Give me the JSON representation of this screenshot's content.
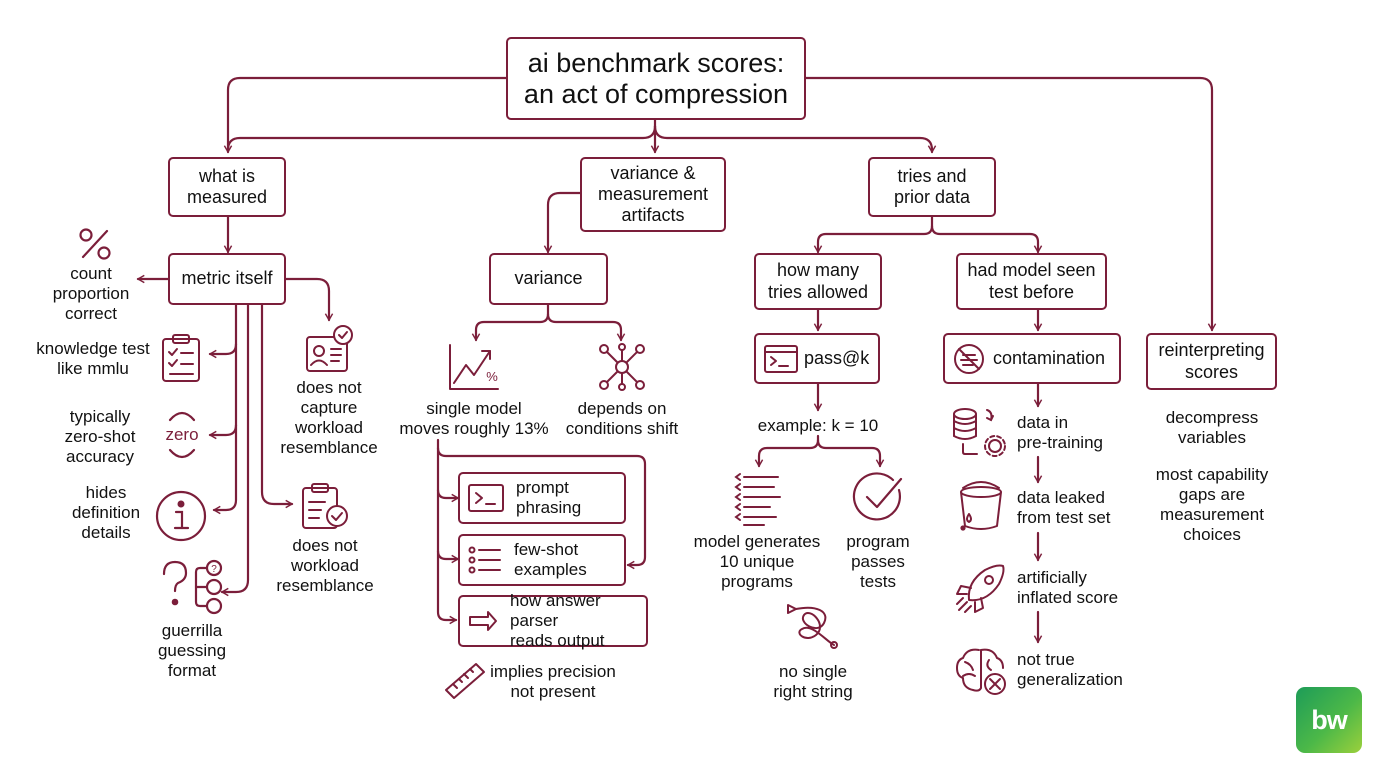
{
  "title": {
    "line1": "ai benchmark scores:",
    "line2": "an act of compression"
  },
  "branches": {
    "measured": {
      "heading": {
        "line1": "what is",
        "line2": "measured"
      },
      "metric": "metric itself",
      "count": {
        "line1": "count",
        "line2": "proportion",
        "line3": "correct"
      },
      "knowledge": {
        "line1": "knowledge test",
        "line2": "like mmlu"
      },
      "zeroshot": {
        "line1": "typically",
        "line2": "zero-shot",
        "line3": "accuracy"
      },
      "zero_glyph": "zero",
      "hides": {
        "line1": "hides",
        "line2": "definition",
        "line3": "details"
      },
      "guess": {
        "line1": "guerrilla",
        "line2": "guessing",
        "line3": "format"
      },
      "nocapture": {
        "line1": "does not",
        "line2": "capture",
        "line3": "workload",
        "line4": "resemblance"
      },
      "noworkload": {
        "line1": "does not",
        "line2": "workload",
        "line3": "resemblance"
      }
    },
    "variance": {
      "heading": {
        "line1": "variance &",
        "line2": "measurement",
        "line3": "artifacts"
      },
      "variance": "variance",
      "single": {
        "line1": "single model",
        "line2": "moves roughly 13%"
      },
      "depends": {
        "line1": "depends on",
        "line2": "conditions shift"
      },
      "prompt": {
        "line1": "prompt",
        "line2": "phrasing"
      },
      "fewshot": {
        "line1": "few-shot",
        "line2": "examples"
      },
      "parser": {
        "line1": "how answer parser",
        "line2": "reads output"
      },
      "precision": {
        "line1": "implies precision",
        "line2": "not present"
      }
    },
    "tries": {
      "heading": {
        "line1": "tries and",
        "line2": "prior data"
      },
      "howmany": {
        "line1": "how many",
        "line2": "tries allowed"
      },
      "passk": "pass@k",
      "example": "example: k = 10",
      "generates": {
        "line1": "model generates",
        "line2": "10 unique",
        "line3": "programs"
      },
      "passes": {
        "line1": "program",
        "line2": "passes",
        "line3": "tests"
      },
      "nosingle": {
        "line1": "no single",
        "line2": "right string"
      },
      "seen": {
        "line1": "had model seen",
        "line2": "test before"
      },
      "contamination": "contamination",
      "pretrain": {
        "line1": "data in",
        "line2": "pre-training"
      },
      "leaked": {
        "line1": "data leaked",
        "line2": "from test set"
      },
      "inflated": {
        "line1": "artificially",
        "line2": "inflated score"
      },
      "notgen": {
        "line1": "not true",
        "line2": "generalization"
      }
    },
    "reinterpret": {
      "heading": {
        "line1": "reinterpreting",
        "line2": "scores"
      },
      "decompress": {
        "line1": "decompress",
        "line2": "variables"
      },
      "gaps": {
        "line1": "most capability",
        "line2": "gaps are",
        "line3": "measurement",
        "line4": "choices"
      }
    }
  },
  "logo": {
    "text": "bw"
  },
  "colors": {
    "accent": "#7b1e3a",
    "text": "#111111",
    "logo_from": "#1d9c58",
    "logo_to": "#9bd03c"
  },
  "icons": [
    "percent-icon",
    "clipboard-checklist-icon",
    "zero-icon",
    "info-icon",
    "question-options-icon",
    "id-card-check-icon",
    "clipboard-check-icon",
    "trend-chart-icon",
    "network-icon",
    "terminal-icon",
    "list-icon",
    "arrow-right-icon",
    "ruler-icon",
    "code-list-icon",
    "check-circle-icon",
    "tangled-path-icon",
    "no-entry-icon",
    "database-gear-icon",
    "bucket-leak-icon",
    "rocket-icon",
    "brain-x-icon"
  ]
}
